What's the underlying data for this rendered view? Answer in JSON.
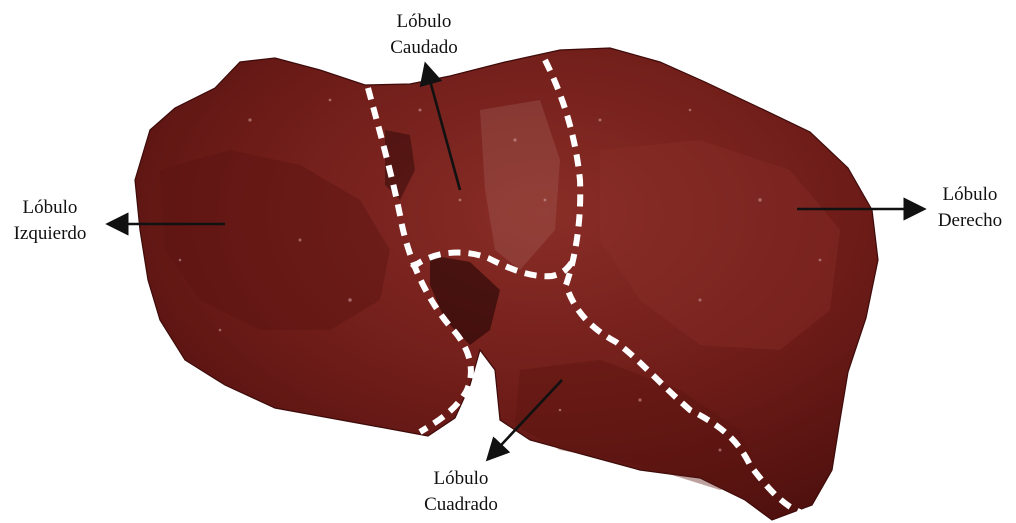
{
  "colors": {
    "liver_base": "#6a1916",
    "liver_mid": "#7e2420",
    "liver_light": "#93342d",
    "liver_shadow": "#3f0b0a",
    "boundary": "#ffffff",
    "arrow": "#111111",
    "text": "#111111"
  },
  "labels": {
    "caudado": {
      "line1": "Lóbulo",
      "line2": "Caudado"
    },
    "izquierdo": {
      "line1": "Lóbulo",
      "line2": "Izquierdo"
    },
    "derecho": {
      "line1": "Lóbulo",
      "line2": "Derecho"
    },
    "cuadrado": {
      "line1": "Lóbulo",
      "line2": "Cuadrado"
    }
  }
}
